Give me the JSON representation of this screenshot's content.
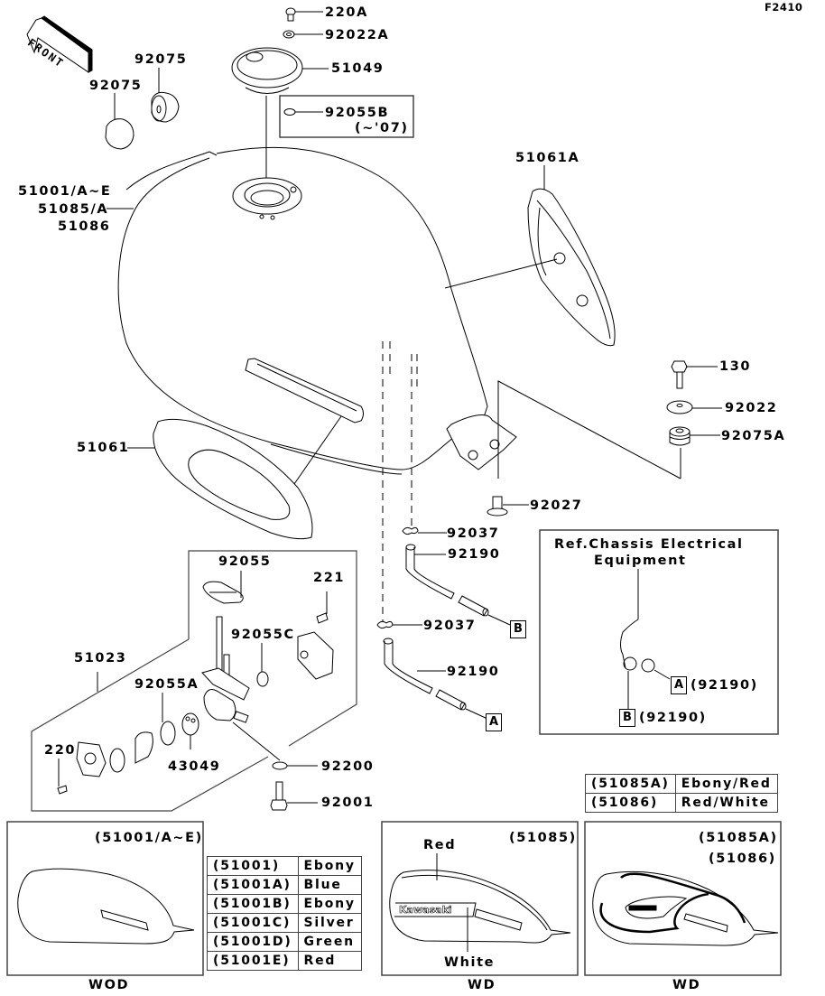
{
  "figure_code": "F2410",
  "front_arrow": {
    "label": "FRONT",
    "icon": "front-arrow-icon"
  },
  "part_labels": {
    "p220A": "220A",
    "p92022A": "92022A",
    "p51049": "51049",
    "p92055B": "92055B",
    "p92055B_note": "(~'07)",
    "p92075_upper": "92075",
    "p92075_lower": "92075",
    "tank_line1": "51001/A~E",
    "tank_line2": "51085/A",
    "tank_line3": "51086",
    "p51061A": "51061A",
    "p130": "130",
    "p92022": "92022",
    "p92075A": "92075A",
    "p51061": "51061",
    "p92027": "92027",
    "p92037_upper": "92037",
    "p92190_upper": "92190",
    "p92037_lower": "92037",
    "p92190_lower": "92190",
    "p92055": "92055",
    "p221": "221",
    "p92055C": "92055C",
    "p51023": "51023",
    "p92055A": "92055A",
    "p43049": "43049",
    "p220": "220",
    "p92200": "92200",
    "p92001": "92001"
  },
  "connectors": {
    "B": "B",
    "A": "A"
  },
  "reference_box": {
    "title_line1": "Ref.Chassis Electrical",
    "title_line2": "Equipment",
    "tag_a": "A",
    "tag_a_note": "(92190)",
    "tag_b": "B",
    "tag_b_note": "(92190)"
  },
  "variants": [
    {
      "part_ref": "(51001/A~E)",
      "caption": "WOD",
      "colors": [
        {
          "part": "(51001)",
          "color": "Ebony"
        },
        {
          "part": "(51001A)",
          "color": "Blue"
        },
        {
          "part": "(51001B)",
          "color": "Ebony"
        },
        {
          "part": "(51001C)",
          "color": "Silver"
        },
        {
          "part": "(51001D)",
          "color": "Green"
        },
        {
          "part": "(51001E)",
          "color": "Red"
        }
      ]
    },
    {
      "part_ref": "(51085)",
      "caption": "WD",
      "callout_top": "Red",
      "callout_bottom": "White",
      "logo_text": "Kawasaki"
    },
    {
      "part_ref_line1": "(51085A)",
      "part_ref_line2": "(51086)",
      "caption": "WD",
      "colors": [
        {
          "part": "(51085A)",
          "color": "Ebony/Red"
        },
        {
          "part": "(51086)",
          "color": "Red/White"
        }
      ]
    }
  ]
}
